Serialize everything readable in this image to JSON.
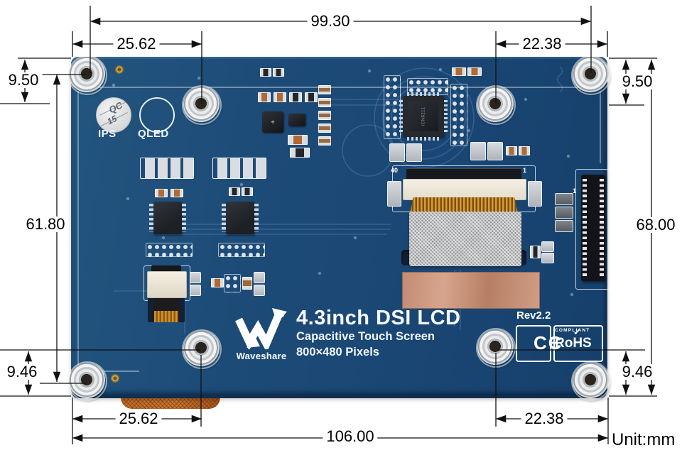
{
  "dimensions": {
    "top_width": "99.30",
    "top_left": "25.62",
    "top_right": "22.38",
    "left_top": "9.50",
    "left_mid": "61.80",
    "left_bottom": "9.46",
    "right_top": "9.50",
    "right_mid": "68.00",
    "right_bottom": "9.46",
    "bottom_left": "25.62",
    "bottom_right": "22.38",
    "bottom_width": "106.00",
    "unit": "Unit:mm"
  },
  "board": {
    "qc_sticker": {
      "line1": "QC",
      "line2": "15"
    },
    "ips_label": "IPS",
    "qled_label": "QLED",
    "ffc": {
      "pin40": "40",
      "pin1": "1"
    },
    "dsi_pad_label": "1",
    "main_chip": "ICN6211",
    "branding": {
      "registered": "®",
      "product": "4.3inch DSI LCD",
      "line2": "Capacitive Touch Screen",
      "line3": "800×480 Pixels",
      "brand": "Waveshare",
      "revision": "Rev2.2"
    },
    "badges": {
      "ce": "CЄ",
      "rohs": "RoHS",
      "rohs_check": "✓",
      "rohs_sub": "COMPLIANT"
    }
  },
  "colors": {
    "board_blue": "#1d4b77",
    "copper": "#c28c74",
    "ffc_orange": "#c9722e",
    "dim_line": "#111111"
  }
}
